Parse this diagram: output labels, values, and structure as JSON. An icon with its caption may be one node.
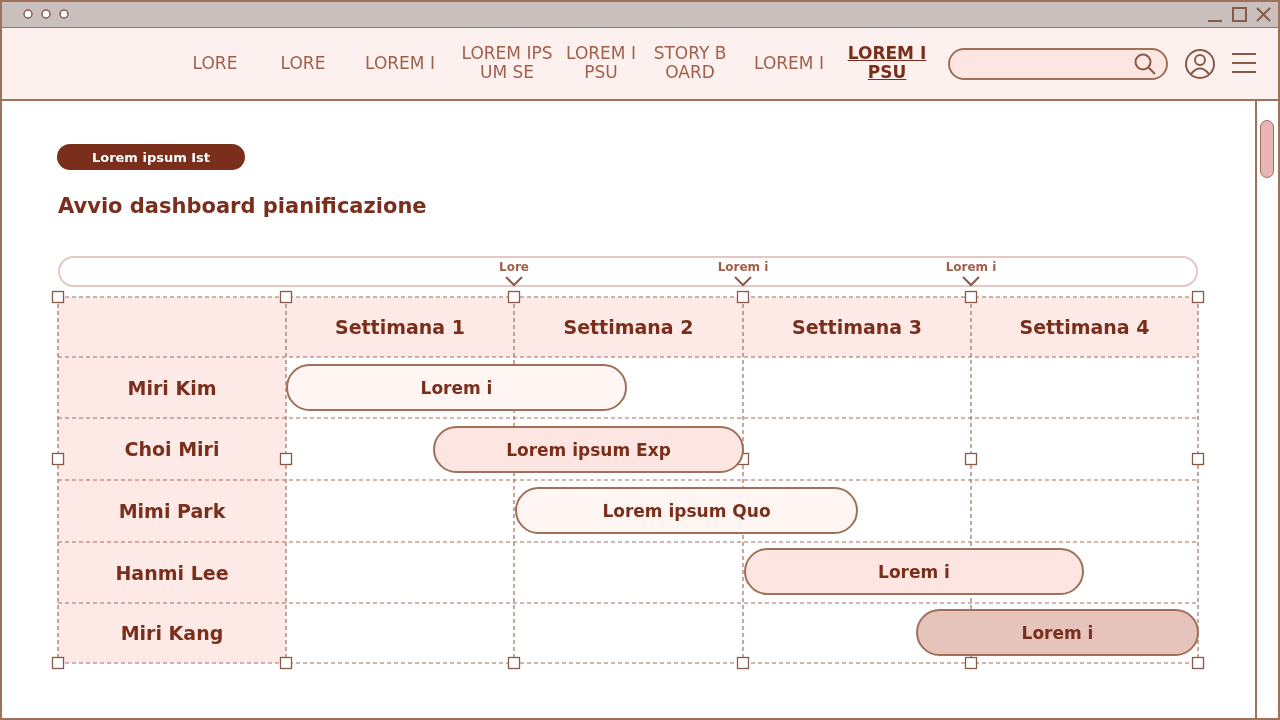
{
  "diagram": {
    "title": "Avvio dashboard pianificazione",
    "nodes": [
      {
        "text": [
          "Lorem ipsum Ist"
        ]
      },
      {
        "text": [
          "Lorem i"
        ]
      },
      {
        "text": [
          "Lorem ipsum Exp"
        ]
      },
      {
        "text": [
          "Lorem ipsum Quo"
        ]
      },
      {
        "text": [
          "Lorem i"
        ]
      },
      {
        "text": [
          "Lorem i"
        ]
      }
    ],
    "edges": [],
    "labels": [
      "LORE",
      "LORE",
      "LOREM I",
      "LOREM IPSUM SE",
      "LOREM IPSU",
      "STORY BOARD",
      "LOREM I",
      "LOREM IPSU",
      "Lore",
      "Lorem i",
      "Lorem i",
      "Settimana 1",
      "Settimana 2",
      "Settimana 3",
      "Settimana 4",
      "Miri Kim",
      "Choi Miri",
      "Mimi Park",
      "Hanmi Lee",
      "Miri Kang"
    ]
  }
}
